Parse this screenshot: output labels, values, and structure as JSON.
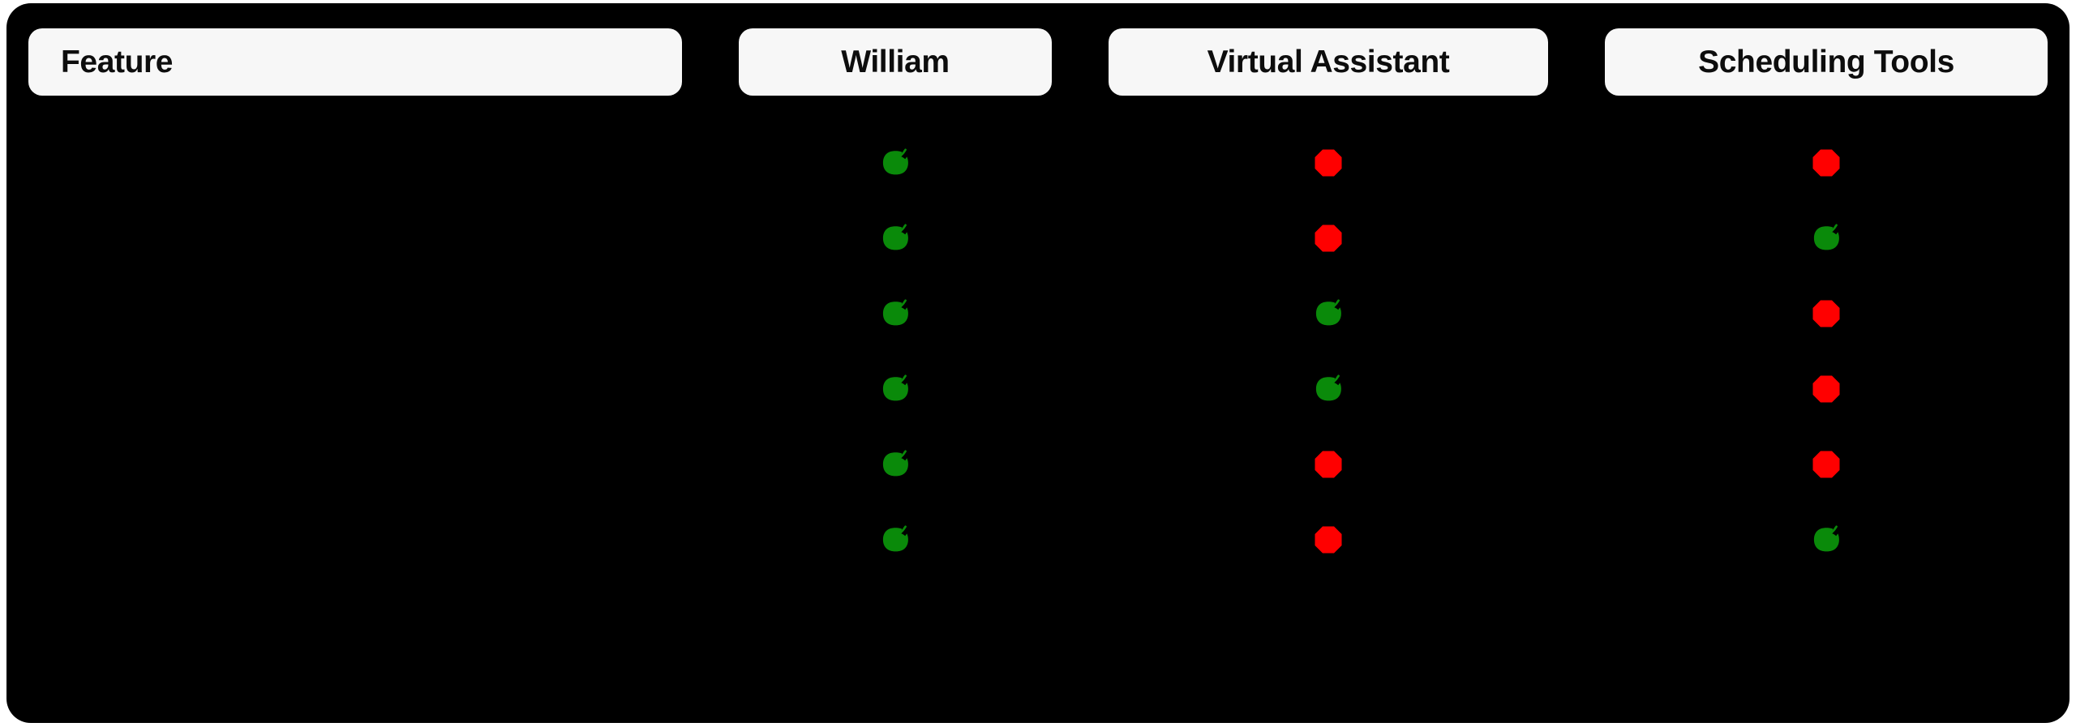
{
  "table": {
    "columns": [
      {
        "key": "feature",
        "label": "Feature",
        "align": "left"
      },
      {
        "key": "william",
        "label": "William",
        "align": "center"
      },
      {
        "key": "assistant",
        "label": "Virtual Assistant",
        "align": "center"
      },
      {
        "key": "tools",
        "label": "Scheduling Tools",
        "align": "center"
      }
    ],
    "rows": [
      {
        "feature": "",
        "william": "green-apple-icon",
        "assistant": "red-octagon-icon",
        "tools": "red-octagon-icon"
      },
      {
        "feature": "",
        "william": "green-apple-icon",
        "assistant": "red-octagon-icon",
        "tools": "green-apple-icon"
      },
      {
        "feature": "",
        "william": "green-apple-icon",
        "assistant": "green-apple-icon",
        "tools": "red-octagon-icon"
      },
      {
        "feature": "",
        "william": "green-apple-icon",
        "assistant": "green-apple-icon",
        "tools": "red-octagon-icon"
      },
      {
        "feature": "",
        "william": "green-apple-icon",
        "assistant": "red-octagon-icon",
        "tools": "red-octagon-icon"
      },
      {
        "feature": "",
        "william": "green-apple-icon",
        "assistant": "red-octagon-icon",
        "tools": "green-apple-icon"
      }
    ]
  },
  "icons": {
    "green-apple-icon": {
      "name": "green-apple-icon",
      "shape": "apple",
      "color": "#0A8A0A",
      "meaning": "yes"
    },
    "red-octagon-icon": {
      "name": "red-octagon-icon",
      "shape": "octagon",
      "color": "#FF0000",
      "meaning": "no"
    }
  },
  "colors": {
    "page_background": "#FFFFFF",
    "panel_background": "#000000",
    "header_card_background": "#F7F7F7",
    "header_text": "#0D0D0D",
    "green": "#0A8A0A",
    "red": "#FF0000"
  },
  "layout": {
    "row_count": 6,
    "column_count": 4
  }
}
